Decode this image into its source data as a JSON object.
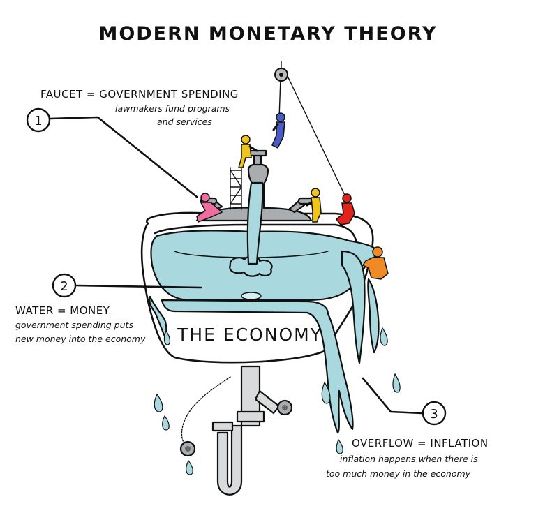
{
  "title": "MODERN MONETARY THEORY",
  "sink_label": "THE ECONOMY",
  "callouts": [
    {
      "number": "1",
      "heading": "FAUCET = GOVERNMENT SPENDING",
      "lines": [
        "lawmakers fund programs",
        "and services"
      ]
    },
    {
      "number": "2",
      "heading": "WATER = MONEY",
      "lines": [
        "government spending puts",
        "new money into the economy"
      ]
    },
    {
      "number": "3",
      "heading": "OVERFLOW = INFLATION",
      "lines": [
        "inflation happens when there is",
        "too much money in the economy"
      ]
    }
  ],
  "colors": {
    "water": "#a9d8df",
    "chrome": "#a9adb0",
    "figure_yellow": "#f0c419",
    "figure_blue": "#4a5bc4",
    "figure_red": "#e2231a",
    "figure_orange": "#f08a24",
    "figure_pink": "#ee6c9f"
  }
}
